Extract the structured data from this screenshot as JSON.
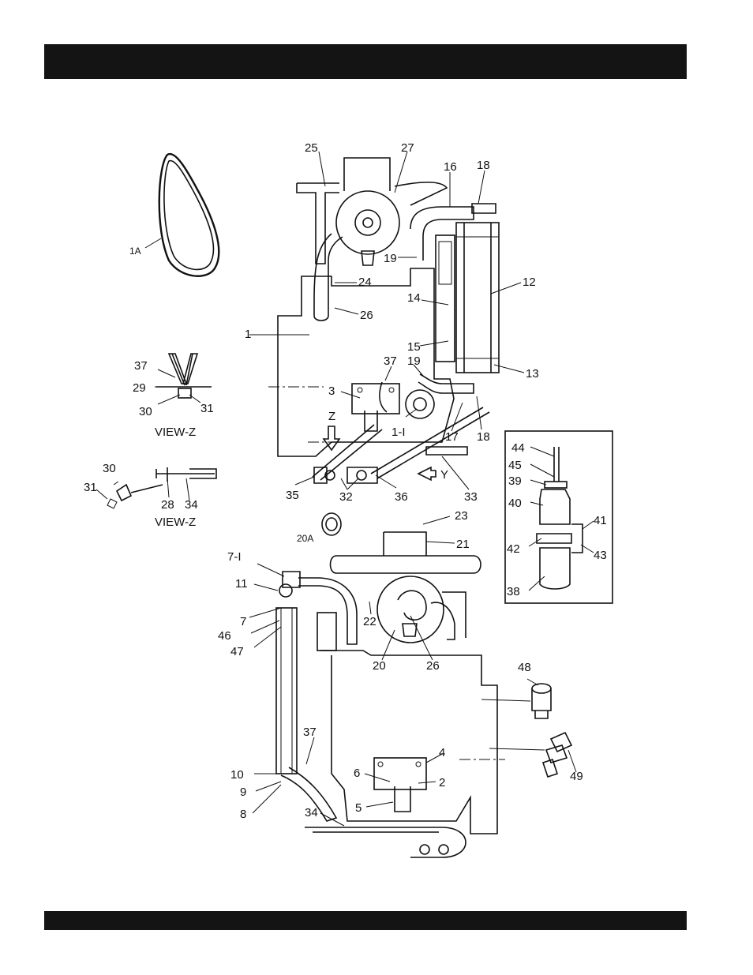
{
  "header": {
    "text": ""
  },
  "footer": {
    "text": ""
  },
  "callouts": {
    "c1A": "1A",
    "c1": "1",
    "c1_1": "1-I",
    "c2": "2",
    "c3": "3",
    "c4": "4",
    "c5": "5",
    "c6": "6",
    "c7": "7",
    "c7_1": "7-I",
    "c8": "8",
    "c9": "9",
    "c10": "10",
    "c11": "11",
    "c12": "12",
    "c13": "13",
    "c14": "14",
    "c15": "15",
    "c16": "16",
    "c17": "17",
    "c18a": "18",
    "c18b": "18",
    "c19a": "19",
    "c19b": "19",
    "c20": "20",
    "c20A": "20A",
    "c21": "21",
    "c22": "22",
    "c23": "23",
    "c24": "24",
    "c25": "25",
    "c26a": "26",
    "c26b": "26",
    "c27": "27",
    "c28": "28",
    "c29": "29",
    "c30a": "30",
    "c30b": "30",
    "c31a": "31",
    "c31b": "31",
    "c32": "32",
    "c33": "33",
    "c34a": "34",
    "c34b": "34",
    "c35": "35",
    "c36": "36",
    "c37a": "37",
    "c37b": "37",
    "c37c": "37",
    "c38": "38",
    "c39": "39",
    "c40": "40",
    "c41": "41",
    "c42": "42",
    "c43": "43",
    "c44": "44",
    "c45": "45",
    "c46": "46",
    "c47": "47",
    "c48": "48",
    "c49": "49",
    "viewZ1": "VIEW-Z",
    "viewZ2": "VIEW-Z",
    "arrowZ": "Z",
    "arrowY": "Y"
  }
}
